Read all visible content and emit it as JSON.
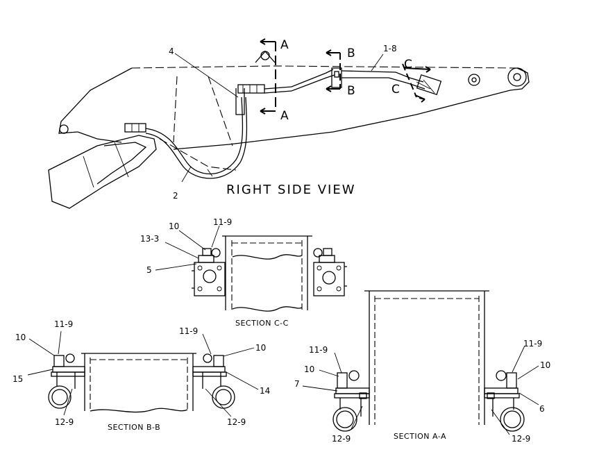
{
  "title": "RIGHT SIDE VIEW",
  "view_markers": {
    "a": "A",
    "b": "B",
    "c": "C"
  },
  "callouts": {
    "side_view": {
      "hose_4": "4",
      "hose_2": "2",
      "line_1_8": "1-8"
    },
    "section_cc": {
      "p10": "10",
      "p11_9": "11-9",
      "p13_3": "13-3",
      "p5": "5"
    },
    "section_bb": {
      "l10": "10",
      "l11_9": "11-9",
      "l15": "15",
      "l12_9": "12-9",
      "r11_9": "11-9",
      "r10": "10",
      "r14": "14",
      "r12_9": "12-9"
    },
    "section_aa": {
      "l11_9": "11-9",
      "l10": "10",
      "l7": "7",
      "l12_9": "12-9",
      "r11_9": "11-9",
      "r10": "10",
      "r6": "6",
      "r12_9": "12-9"
    }
  },
  "section_titles": {
    "cc": "SECTION C-C",
    "bb": "SECTION B-B",
    "aa": "SECTION A-A"
  }
}
